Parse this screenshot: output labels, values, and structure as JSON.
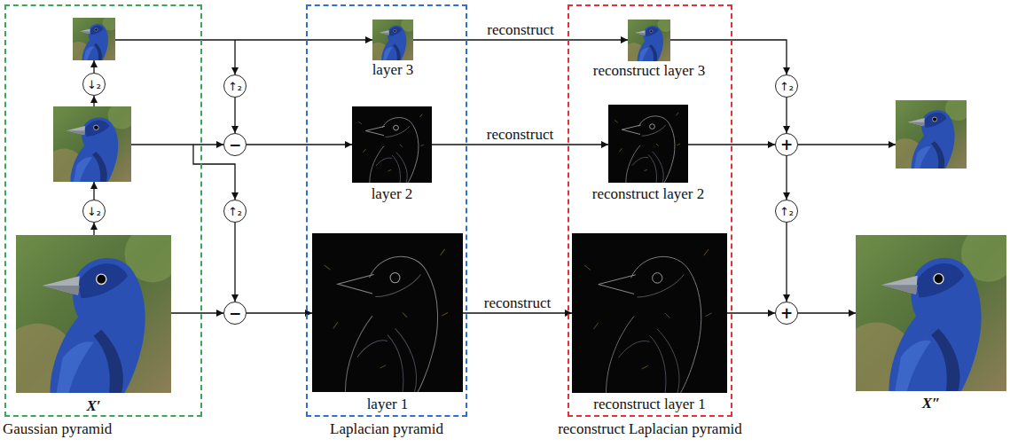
{
  "diagram": {
    "nodes": [
      {
        "text": [
          "Gaussian pyramid"
        ]
      },
      {
        "text": [
          "↓₂"
        ],
        "in": 0
      },
      {
        "text": [
          "↓₂"
        ],
        "in": 0
      },
      {
        "text": [
          "X′"
        ],
        "in": 0
      },
      {
        "text": [
          "↑₂"
        ]
      },
      {
        "text": [
          "−"
        ]
      },
      {
        "text": [
          "↑₂"
        ]
      },
      {
        "text": [
          "−"
        ]
      },
      {
        "text": [
          "Laplacian pyramid"
        ]
      },
      {
        "text": [
          "layer 3"
        ],
        "in": 8
      },
      {
        "text": [
          "layer 2"
        ],
        "in": 8
      },
      {
        "text": [
          "layer 1"
        ],
        "in": 8
      },
      {
        "text": [
          "reconstruct Laplacian pyramid"
        ]
      },
      {
        "text": [
          "reconstruct layer 3"
        ],
        "in": 12
      },
      {
        "text": [
          "reconstruct layer 2"
        ],
        "in": 12
      },
      {
        "text": [
          "reconstruct layer 1"
        ],
        "in": 12
      },
      {
        "text": [
          "↑₂"
        ]
      },
      {
        "text": [
          "+"
        ]
      },
      {
        "text": [
          "↑₂"
        ]
      },
      {
        "text": [
          "+"
        ]
      },
      {
        "text": [
          "X″"
        ]
      }
    ],
    "edges": [
      {
        "from": 3,
        "to": 2,
        "arrow": "to"
      },
      {
        "from": 3,
        "to": 7,
        "arrow": "to"
      },
      {
        "from": 4,
        "to": 5,
        "arrow": "to"
      },
      {
        "from": 6,
        "to": 7,
        "arrow": "to"
      },
      {
        "from": 5,
        "to": 10,
        "arrow": "to"
      },
      {
        "from": 7,
        "to": 11,
        "arrow": "to"
      },
      {
        "from": 9,
        "to": 13,
        "label": "reconstruct",
        "arrow": "to"
      },
      {
        "from": 10,
        "to": 14,
        "label": "reconstruct",
        "arrow": "to"
      },
      {
        "from": 11,
        "to": 15,
        "label": "reconstruct",
        "arrow": "to"
      },
      {
        "from": 13,
        "to": 16,
        "arrow": "to"
      },
      {
        "from": 16,
        "to": 17,
        "arrow": "to"
      },
      {
        "from": 14,
        "to": 17,
        "arrow": "to"
      },
      {
        "from": 17,
        "to": 18,
        "arrow": "to"
      },
      {
        "from": 18,
        "to": 19,
        "arrow": "to"
      },
      {
        "from": 15,
        "to": 19,
        "arrow": "to"
      },
      {
        "from": 19,
        "to": 20,
        "arrow": "to"
      }
    ]
  }
}
